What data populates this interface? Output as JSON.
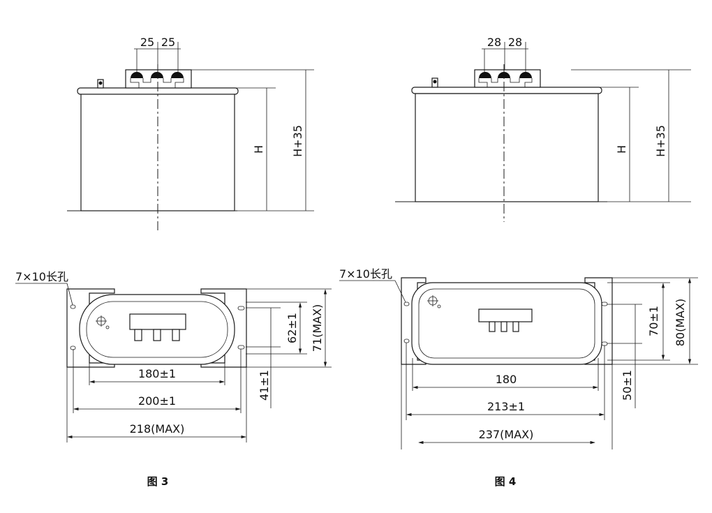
{
  "fig3": {
    "caption": "图 3",
    "terminal_spacing_1": "25",
    "terminal_spacing_2": "25",
    "height_label": "H",
    "height_total_label": "H+35",
    "slot_label": "7×10长孔",
    "dim_180": "180±1",
    "dim_200": "200±1",
    "dim_218": "218(MAX)",
    "dim_62": "62±1",
    "dim_71": "71(MAX)",
    "dim_41": "41±1"
  },
  "fig4": {
    "caption": "图 4",
    "terminal_spacing_1": "28",
    "terminal_spacing_2": "28",
    "height_label": "H",
    "height_total_label": "H+35",
    "slot_label": "7×10长孔",
    "dim_180": "180",
    "dim_213": "213±1",
    "dim_237": "237(MAX)",
    "dim_70": "70±1",
    "dim_80": "80(MAX)",
    "dim_50": "50±1"
  },
  "colors": {
    "line": "#1a1a1a",
    "background": "#ffffff"
  }
}
